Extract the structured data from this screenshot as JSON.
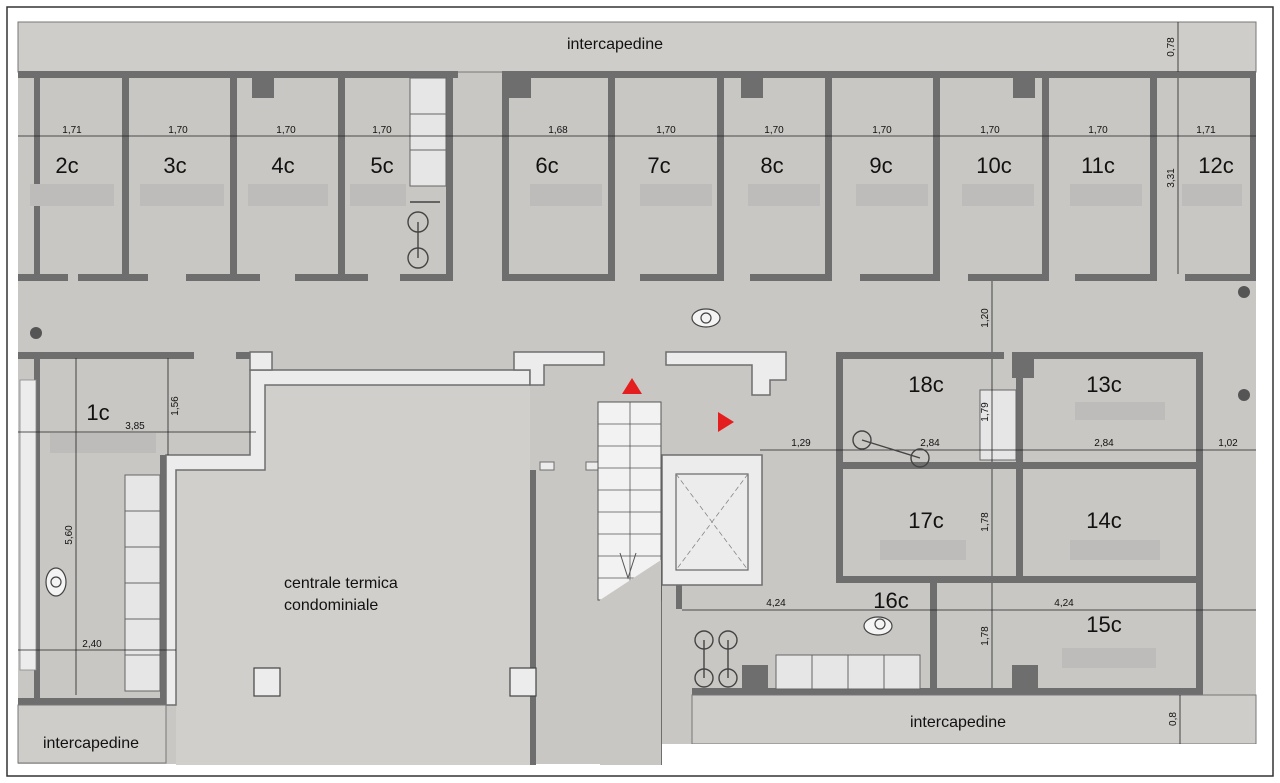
{
  "labels": {
    "intercapedine_top": "intercapedine",
    "intercapedine_bottom_right": "intercapedine",
    "intercapedine_bottom_left": "intercapedine",
    "centrale_line1": "centrale termica",
    "centrale_line2": "condominiale"
  },
  "rooms": {
    "c1": "1c",
    "c2": "2c",
    "c3": "3c",
    "c4": "4c",
    "c5": "5c",
    "c6": "6c",
    "c7": "7c",
    "c8": "8c",
    "c9": "9c",
    "c10": "10c",
    "c11": "11c",
    "c12": "12c",
    "c13": "13c",
    "c14": "14c",
    "c15": "15c",
    "c16": "16c",
    "c17": "17c",
    "c18": "18c"
  },
  "dimensions": {
    "w2": "1,71",
    "w3": "1,70",
    "w4": "1,70",
    "w5": "1,70",
    "w6": "1,68",
    "w7": "1,70",
    "w8": "1,70",
    "w9": "1,70",
    "w10": "1,70",
    "w11": "1,70",
    "w12": "1,71",
    "top_band": "0,78",
    "depth_12": "3,31",
    "corridor": "1,20",
    "w1": "3,85",
    "h1a": "1,56",
    "h1": "5,60",
    "w1b": "2,40",
    "w_left_18": "1,29",
    "w18": "2,84",
    "w13": "2,84",
    "w_right_13": "1,02",
    "h18": "1,79",
    "h17": "1,78",
    "w16": "4,24",
    "w15": "4,24",
    "h15": "1,78",
    "bottom_band": "0,8"
  },
  "colors": {
    "floor": "#c9c7c4",
    "wall": "#6e6e6e",
    "arrow": "#e41e1e",
    "furniture": "#e6e6e6"
  }
}
